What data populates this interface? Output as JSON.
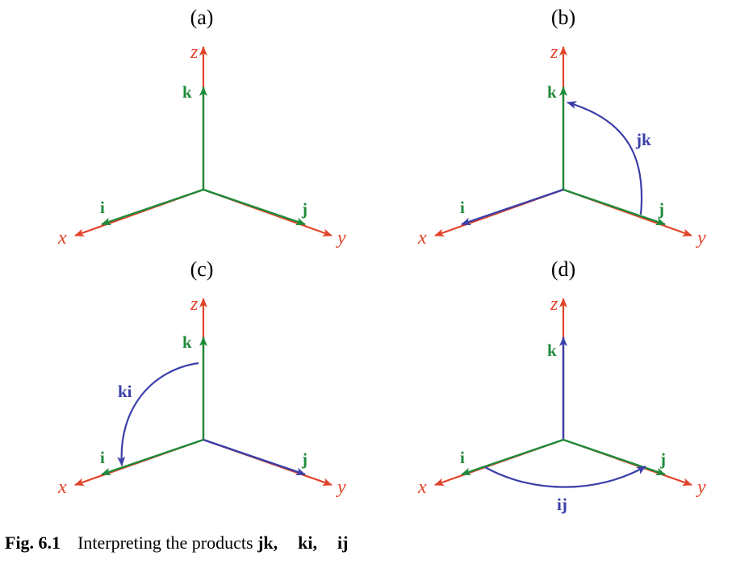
{
  "colors": {
    "axis": "#e0442a",
    "basis": "#1f8a3a",
    "product": "#3b3fa8",
    "text": "#000000"
  },
  "axis_labels": {
    "x": "x",
    "y": "y",
    "z": "z"
  },
  "basis_labels": {
    "i": "i",
    "j": "j",
    "k": "k"
  },
  "panels": [
    {
      "label": "(a)",
      "product": null,
      "product_label": ""
    },
    {
      "label": "(b)",
      "product": "jk",
      "product_label": "jk"
    },
    {
      "label": "(c)",
      "product": "ki",
      "product_label": "ki"
    },
    {
      "label": "(d)",
      "product": "ij",
      "product_label": "ij"
    }
  ],
  "caption": {
    "fig_label": "Fig. 6.1",
    "text": "Interpreting the products",
    "products": [
      "jk,",
      "ki,",
      "ij"
    ]
  }
}
